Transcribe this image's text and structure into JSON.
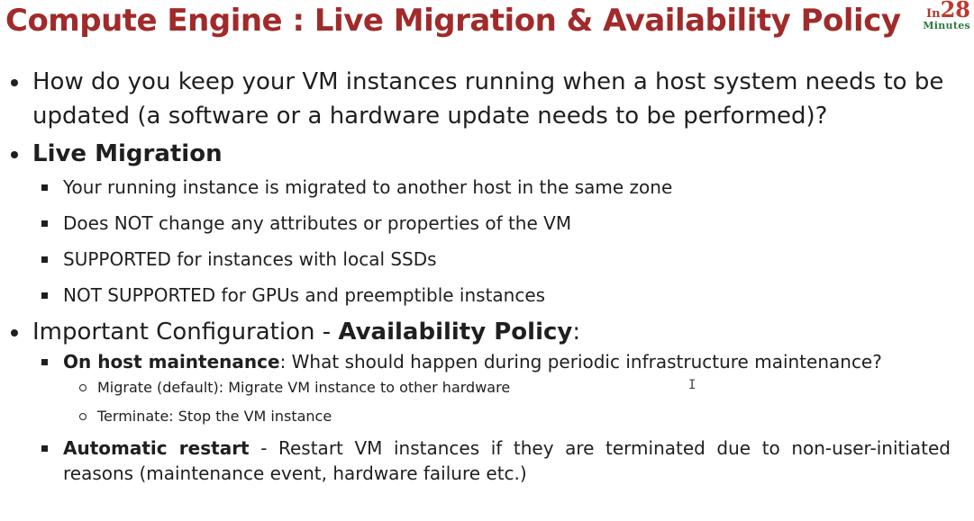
{
  "slide": {
    "title": "Compute Engine : Live Migration & Availability Policy",
    "logo": {
      "top": "In",
      "number": "28",
      "bottom": "Minutes"
    },
    "question": "How do you keep your VM instances running when a host system needs to be updated (a software or a hardware update needs to be performed)?",
    "live_migration": {
      "heading": "Live Migration",
      "points": [
        "Your running instance is migrated to another host in the same zone",
        "Does NOT change any attributes or properties of the VM",
        "SUPPORTED for instances with local SSDs",
        "NOT SUPPORTED for GPUs and preemptible instances"
      ]
    },
    "config": {
      "prefix": "Important Configuration - ",
      "bold": "Availability Policy",
      "suffix": ":",
      "host_maintenance": {
        "label": "On host maintenance",
        "text": ": What should happen during periodic infrastructure maintenance?",
        "options": [
          "Migrate (default): Migrate VM instance to other hardware",
          "Terminate: Stop the VM instance"
        ]
      },
      "restart": {
        "label": "Automatic restart",
        "text": " - Restart VM instances if they are terminated due to non-user-initiated reasons (maintenance event, hardware failure etc.)"
      }
    }
  }
}
